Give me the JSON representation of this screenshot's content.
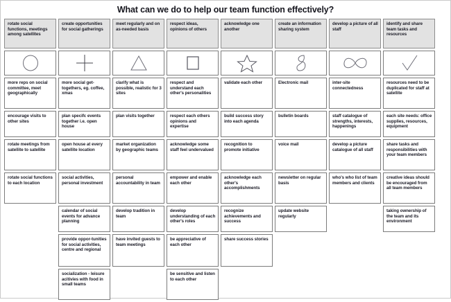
{
  "title": "What can we do to help our team function effectively?",
  "columns": [
    {
      "header": "rotate social functions, meetings among satellites",
      "icon": "circle-icon",
      "notes": [
        "more reps on social committee, meet geographically",
        "encourage visits to other sites",
        "rotate meetings from satellite to satellite",
        "rotate social functions to each location"
      ]
    },
    {
      "header": "create opportunities for social gatherings",
      "icon": "plus-icon",
      "notes": [
        "more social get-togethers, eg. coffee, xmas",
        "plan specifc events together i.e. open house",
        "open house at every satellite location",
        "social activities, personal investment",
        "calendar of social events for advance planning",
        "provide oppor-tunities for social activities, centre and regional",
        "socialization - leisure acitivies with food in small teams"
      ]
    },
    {
      "header": "meet regularly and on as-needed basis",
      "icon": "triangle-icon",
      "notes": [
        "clarify what is possible, realistic for 3 sites",
        "plan visits together",
        "market organization by geographic teams",
        "personal accountability in team",
        "develop tradition in team",
        "have invited guests to team meetings"
      ]
    },
    {
      "header": "respect ideas, opinions of others",
      "icon": "square-icon",
      "notes": [
        "respect and understand each other's personalities",
        "respect each others opinions and expertise",
        "acknowledge some staff feel undervalued",
        "empower and enable each other",
        "develop understanding of each other's roles",
        "be appreciative of each other",
        "be sensitive and listen to each other"
      ]
    },
    {
      "header": "acknowledge one another",
      "icon": "star-icon",
      "notes": [
        "validate each other",
        "build success story into each agenda",
        "recognition to promote initiative",
        "acknowledge each other's accomplishments",
        "recognize achievements and success",
        "share success stories"
      ]
    },
    {
      "header": "create an information sharing system",
      "icon": "squiggle-icon",
      "notes": [
        "Electronic mail",
        "bulletin boards",
        "voice mail",
        "newsletter on regular basis",
        "update website regularly"
      ]
    },
    {
      "header": "develop a picture of all staff",
      "icon": "infinity-icon",
      "notes": [
        "inter-site connectedness",
        "staff catalogue of strengths, interests, happenings",
        "develop a picture catalogue of all staff",
        "who's who list of team members and clients"
      ]
    },
    {
      "header": "identify and share team tasks and resources",
      "icon": "checkmark-icon",
      "notes": [
        "resources need to be duplicated for staff at satellite",
        "each site needs: office supplies, resources, equipment",
        "share tasks and responsibilities with your team members",
        "creative ideas should be encouraged from all team members",
        "taking ownership of the team and its environment"
      ]
    }
  ]
}
